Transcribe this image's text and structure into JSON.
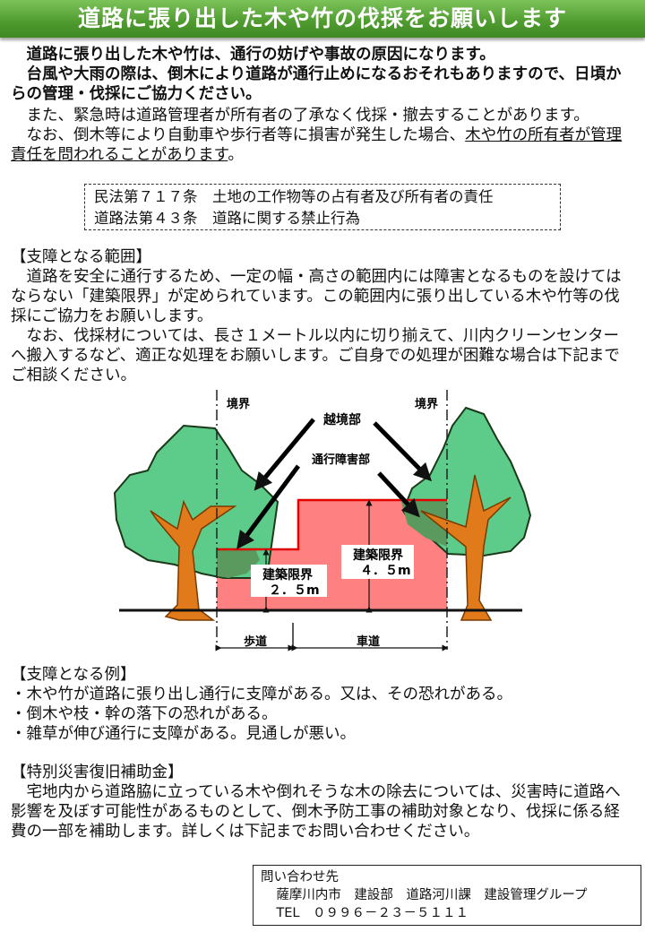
{
  "title": "道路に張り出した木や竹の伐採をお願いします",
  "intro": {
    "bold": [
      "道路に張り出した木や竹は、通行の妨げや事故の原因になります。",
      "台風や大雨の際は、倒木により道路が通行止めになるおそれもありますので、日頃からの管理・伐採にご協力ください。"
    ],
    "normal1": "また、緊急時は道路管理者が所有者の了承なく伐採・撤去することがあります。",
    "normal2_prefix": "なお、倒木等により自動車や歩行者等に損害が発生した場合、",
    "normal2_underlined": "木や竹の所有者が管理責任を問われることがあります",
    "normal2_suffix": "。"
  },
  "laws": [
    "民法第７１７条　土地の工作物等の占有者及び所有者の責任",
    "道路法第４３条　道路に関する禁止行為"
  ],
  "section1": {
    "heading": "【支障となる範囲】",
    "paragraphs": [
      "道路を安全に通行するため、一定の幅・高さの範囲内には障害となるものを設けてはならない「建築限界」が定められています。この範囲内に張り出している木や竹等の伐採にご協力をお願いします。",
      "なお、伐採材については、長さ１メートル以内に切り揃えて、川内クリーンセンターへ搬入するなど、適正な処理をお願いします。ご自身での処理が困難な場合は下記までご相談ください。"
    ]
  },
  "diagram": {
    "boundary_left": "境界",
    "boundary_right": "境界",
    "encroach": "越境部",
    "obstruction": "通行障害部",
    "limit_sidewalk": [
      "建築限界",
      "２．５m"
    ],
    "limit_road": [
      "建築限界",
      "４．５m"
    ],
    "sidewalk": "歩道",
    "roadway": "車道",
    "colors": {
      "tree": "#5dcc8a",
      "overlap": "#5a9a5e",
      "trunk": "#e07a1a",
      "zone": "#ff8080",
      "limit_line": "#e00000"
    }
  },
  "section2": {
    "heading": "【支障となる例】",
    "items": [
      "・木や竹が道路に張り出し通行に支障がある。又は、その恐れがある。",
      "・倒木や枝・幹の落下の恐れがある。",
      "・雑草が伸び通行に支障がある。見通しが悪い。"
    ]
  },
  "section3": {
    "heading": "【特別災害復旧補助金】",
    "paragraph": "宅地内から道路脇に立っている木や倒れそうな木の除去については、災害時に道路へ影響を及ぼす可能性があるものとして、倒木予防工事の補助対象となり、伐採に係る経費の一部を補助します。詳しくは下記までお問い合わせください。"
  },
  "contact": {
    "label": "問い合わせ先",
    "org": "薩摩川内市　建設部　道路河川課　建設管理グループ",
    "tel": "TEL　０９９６－２３－５１１１"
  }
}
